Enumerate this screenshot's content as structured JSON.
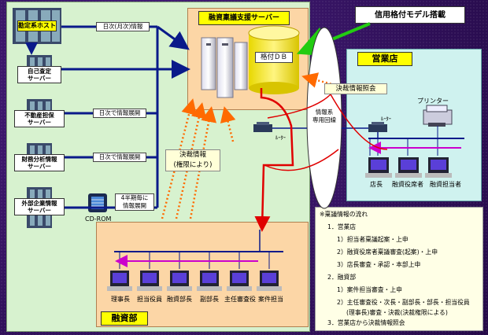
{
  "header_callout": "信用格付モデル搭載",
  "server": {
    "title": "融資稟議支援サーバー",
    "db_label": "格付ＤＢ"
  },
  "hosts": [
    {
      "label": "勘定系ホスト",
      "link": "日次(月次)情報"
    },
    {
      "label": "自己査定\nサーバー",
      "link": ""
    },
    {
      "label": "不動産担保\nサーバー",
      "link": "日次で情報展開"
    },
    {
      "label": "財務分析情報\nサーバー",
      "link": "日次で情報展開"
    },
    {
      "label": "外部企業情報\nサーバー",
      "link": "4半期毎に\n情報展開"
    }
  ],
  "cdrom_label": "CD-ROM",
  "kessai_info": "決裁情報\n(権限により)",
  "kessai_query": "決裁情報照会",
  "network_label": "情報系\n専用回線",
  "router_labels": [
    "ﾙｰﾀｰ",
    "ﾙｰﾀｰ"
  ],
  "branch": {
    "title": "営業店",
    "printer_label": "プリンター",
    "terminals": [
      "店長",
      "融資役席者",
      "融資担当者"
    ]
  },
  "hq": {
    "title": "融資部",
    "terminals": [
      "理事長",
      "担当役員",
      "融資部長",
      "副部長",
      "主任審査役",
      "案件担当"
    ]
  },
  "legend": {
    "title": "※稟議情報の流れ",
    "items": [
      "1．営業店",
      "1）担当者稟議起案・上申",
      "2）融資役席者稟議審査(起案)・上申",
      "3）店長審査・承認・本部上申",
      "2．融資部",
      "1）案件担当審査・上申",
      "2）主任審査役・次長・副部長・部長・担当役員",
      "(理事長)審査・決裁(決裁権限による)",
      "3．営業店から決裁情報照会"
    ]
  },
  "colors": {
    "main_panel": "#d7f2cf",
    "server_panel": "#fcd6a6",
    "branch_panel": "#cff2ef",
    "hq_panel": "#fcd6a6",
    "arrow_blue": "#0a1a8a",
    "arrow_red": "#e00000",
    "arrow_orange": "#ff6a00",
    "arrow_green": "#22cc11",
    "lan_pink": "#cc00cc"
  }
}
